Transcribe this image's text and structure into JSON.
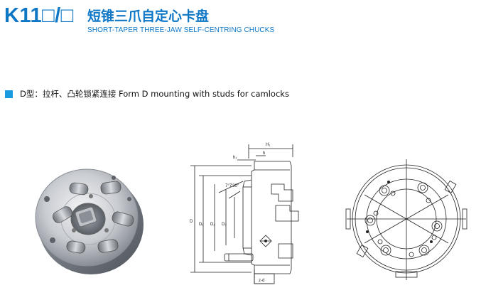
{
  "header": {
    "model": "K11□/□",
    "title_cn": "短锥三爪自定心卡盘",
    "title_en": "SHORT-TAPER THREE-JAW SELF-CENTRING CHUCKS"
  },
  "section": {
    "label": "D型：拉杆、凸轮锁紧连接   Form D mounting with studs for camlocks"
  },
  "drawing": {
    "dim_H1": "H₁",
    "dim_h": "h",
    "dim_h1": "h₁",
    "dim_D": "D",
    "dim_D1": "D₁",
    "dim_D2": "D₂",
    "dim_D3": "D₃",
    "angle": "7°7′30″",
    "holes": "z-d"
  },
  "colors": {
    "brand_blue": "#0d77c6",
    "bullet_blue": "#1a9be0"
  }
}
